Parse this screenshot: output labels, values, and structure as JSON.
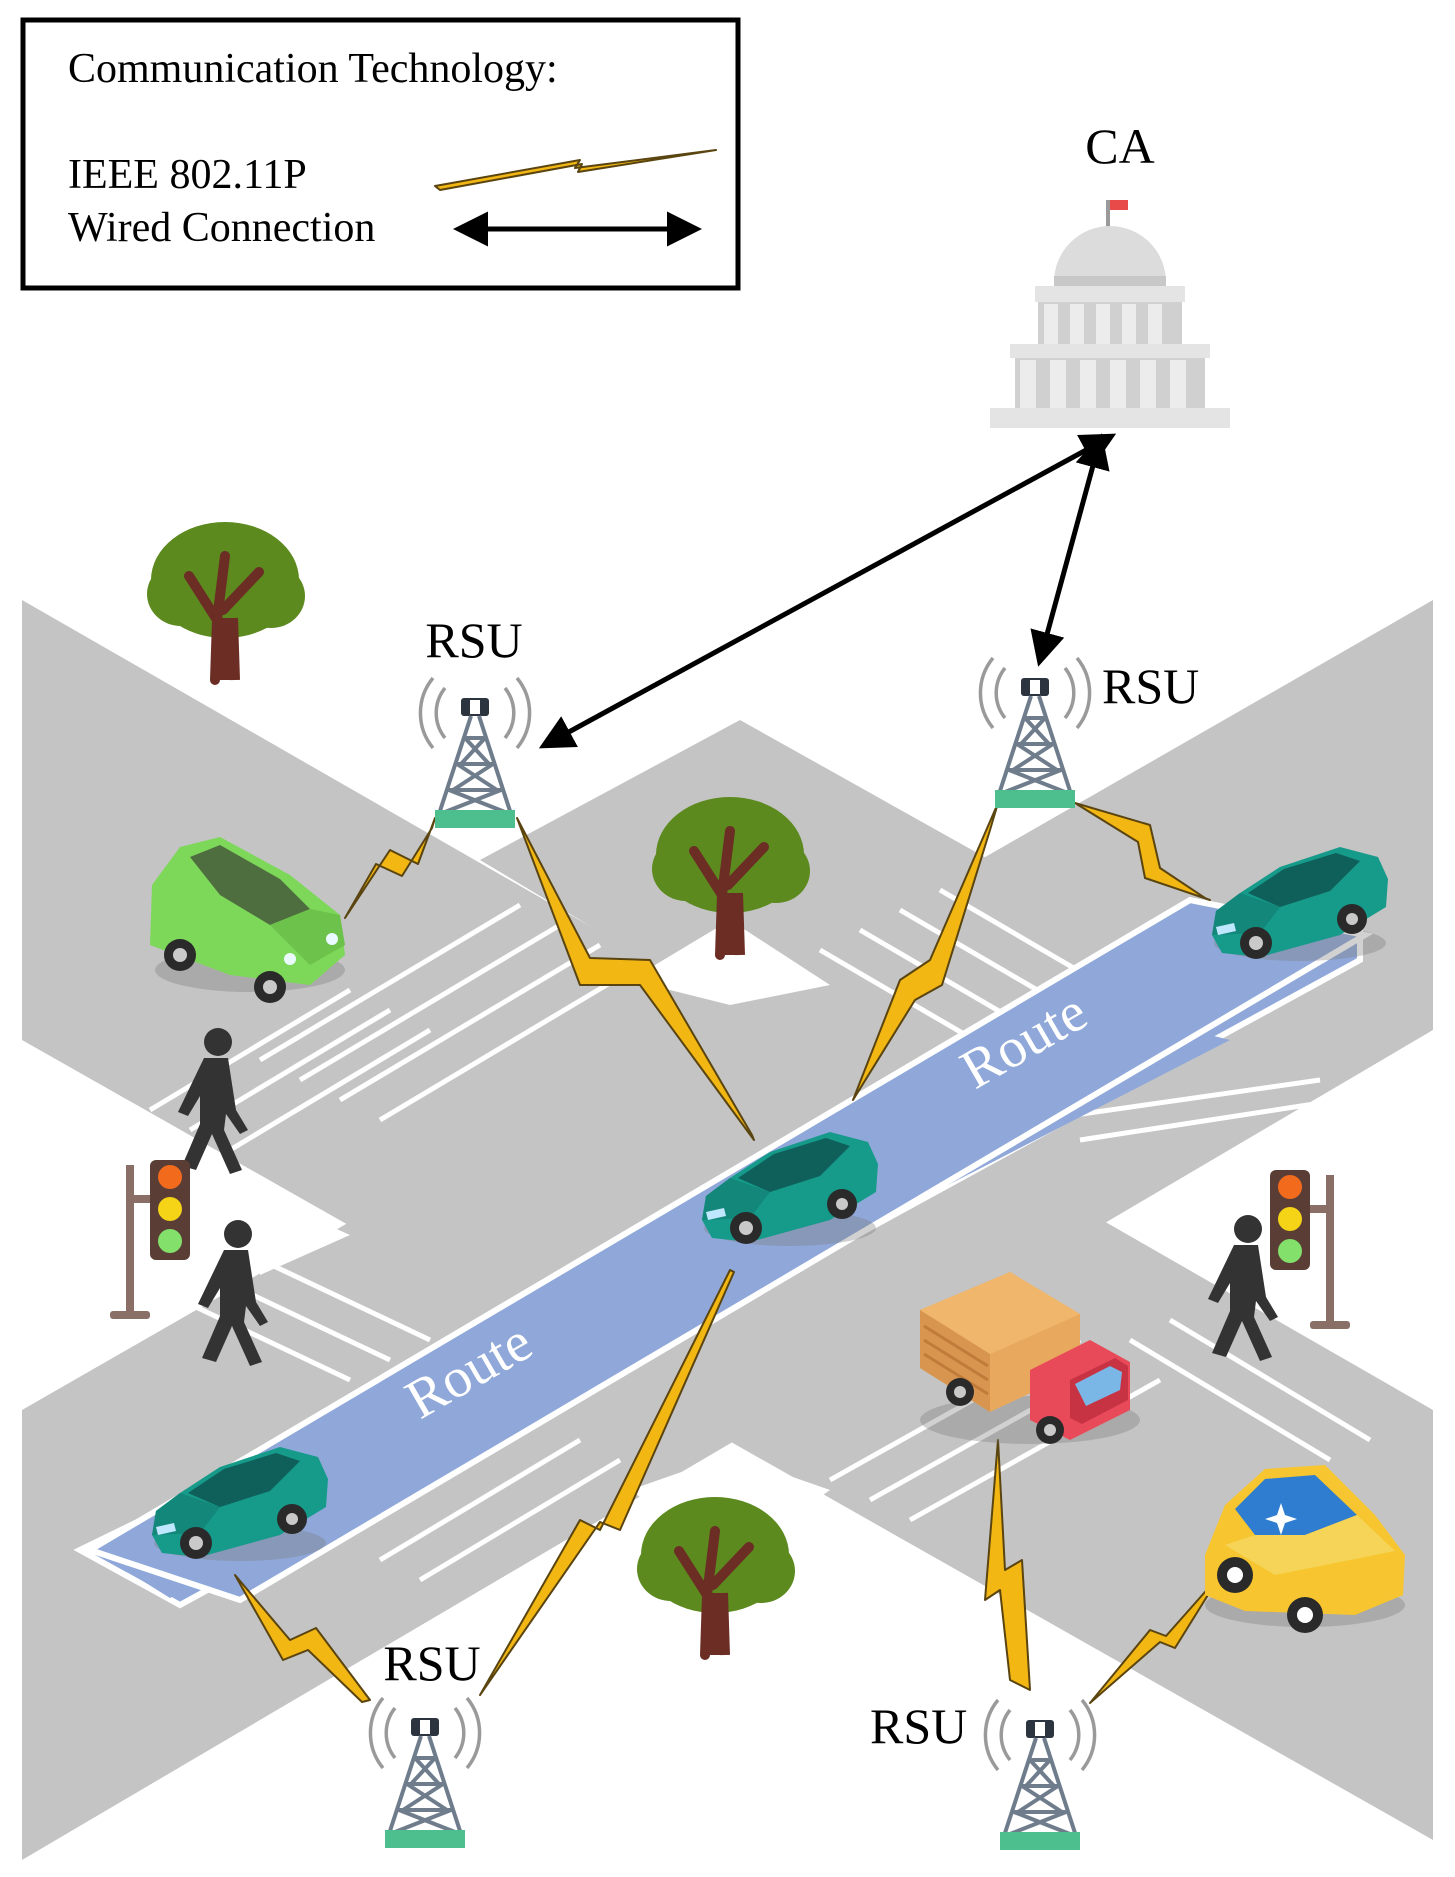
{
  "legend": {
    "title": "Communication Technology:",
    "items": [
      {
        "label": "IEEE 802.11P",
        "symbol": "lightning-link"
      },
      {
        "label": "Wired Connection",
        "symbol": "double-arrow"
      }
    ]
  },
  "nodes": {
    "ca": "CA",
    "rsu_top_left": "RSU",
    "rsu_top_right": "RSU",
    "rsu_bottom_left": "RSU",
    "rsu_bottom_right": "RSU"
  },
  "route_labels": [
    "Route",
    "Route"
  ],
  "colors": {
    "road": "#c4c4c4",
    "route": "#8fa8d9",
    "wireless": "#f2b713",
    "rsu_base": "#4dbf8f",
    "car_teal": "#169a8a",
    "car_green": "#7dd85a",
    "car_yellow": "#f7c52f",
    "tree_foliage": "#5c8a1e",
    "tree_trunk": "#6b2d24",
    "building": "#dcdcdc",
    "pedestrian": "#333333",
    "light_red": "#f26b1d",
    "light_yellow": "#f5d316",
    "light_green": "#83e06b"
  }
}
